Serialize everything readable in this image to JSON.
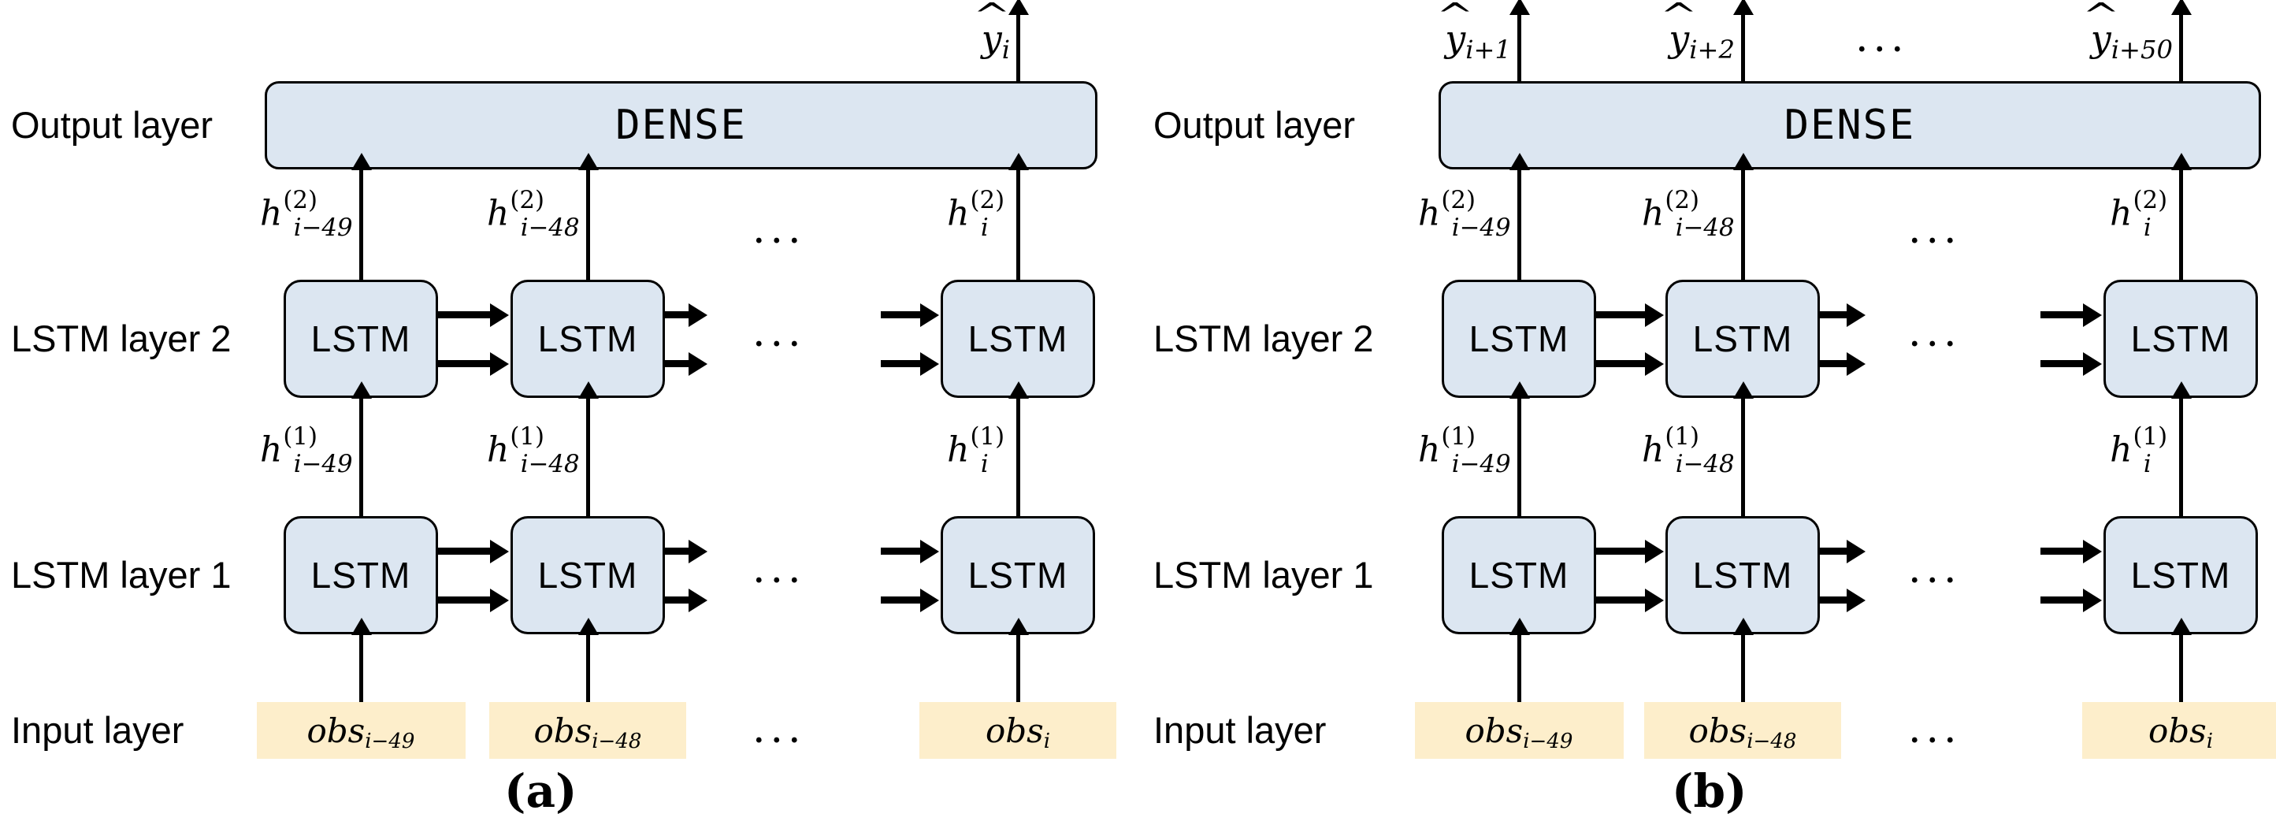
{
  "figure": {
    "type": "neural-network-architecture-diagram",
    "background_color": "#ffffff",
    "box_fill_blue": "#dce6f1",
    "box_fill_cream": "#fdeecb",
    "stroke_color": "#000000"
  },
  "row_labels": {
    "output": "Output layer",
    "lstm2": "LSTM layer 2",
    "lstm1": "LSTM layer 1",
    "input": "Input layer"
  },
  "dense_label": "DENSE",
  "lstm_label": "LSTM",
  "ellipsis": "...",
  "panel_a": {
    "caption": "(a)",
    "outputs": [
      {
        "name": "y-hat-i",
        "base": "y",
        "sub": "i",
        "column": 2
      }
    ],
    "h2_labels": [
      {
        "base": "h",
        "sup": "(2)",
        "sub": "i−49"
      },
      {
        "base": "h",
        "sup": "(2)",
        "sub": "i−48"
      },
      {
        "base": "h",
        "sup": "(2)",
        "sub": "i"
      }
    ],
    "h1_labels": [
      {
        "base": "h",
        "sup": "(1)",
        "sub": "i−49"
      },
      {
        "base": "h",
        "sup": "(1)",
        "sub": "i−48"
      },
      {
        "base": "h",
        "sup": "(1)",
        "sub": "i"
      }
    ],
    "inputs": [
      {
        "base": "obs",
        "sub": "i−49"
      },
      {
        "base": "obs",
        "sub": "i−48"
      },
      {
        "base": "obs",
        "sub": "i"
      }
    ]
  },
  "panel_b": {
    "caption": "(b)",
    "outputs": [
      {
        "name": "y-hat-i-plus-1",
        "base": "y",
        "sub": "i+1",
        "column": 0
      },
      {
        "name": "y-hat-i-plus-2",
        "base": "y",
        "sub": "i+2",
        "column": 1
      },
      {
        "name": "y-hat-i-plus-50",
        "base": "y",
        "sub": "i+50",
        "column": 2
      }
    ],
    "h2_labels": [
      {
        "base": "h",
        "sup": "(2)",
        "sub": "i−49"
      },
      {
        "base": "h",
        "sup": "(2)",
        "sub": "i−48"
      },
      {
        "base": "h",
        "sup": "(2)",
        "sub": "i"
      }
    ],
    "h1_labels": [
      {
        "base": "h",
        "sup": "(1)",
        "sub": "i−49"
      },
      {
        "base": "h",
        "sup": "(1)",
        "sub": "i−48"
      },
      {
        "base": "h",
        "sup": "(1)",
        "sub": "i"
      }
    ],
    "inputs": [
      {
        "base": "obs",
        "sub": "i−49"
      },
      {
        "base": "obs",
        "sub": "i−48"
      },
      {
        "base": "obs",
        "sub": "i"
      }
    ]
  }
}
